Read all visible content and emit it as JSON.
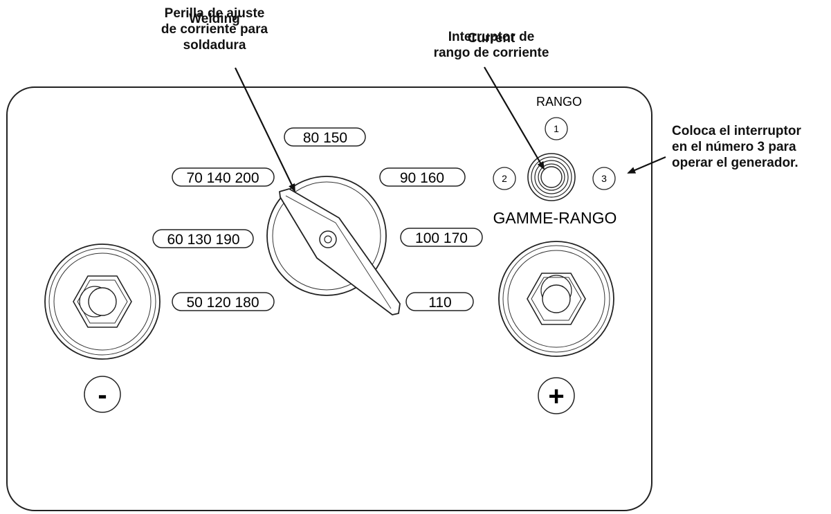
{
  "callouts": {
    "knob": {
      "overlay": "Welding",
      "lines": [
        "Perilla de ajuste",
        "de corriente para",
        "soldadura"
      ]
    },
    "switch": {
      "overlay": "Current",
      "lines": [
        "Interruptor de",
        "rango de corriente"
      ]
    },
    "generator": {
      "lines": [
        "Coloca el interruptor",
        "en el número 3 para",
        "operar el generador."
      ]
    }
  },
  "dial_labels": [
    "80 150",
    "70 140 200",
    "90 160",
    "60 130 190",
    "100 170",
    "50 120 180",
    "110"
  ],
  "range_switch": {
    "title": "RANGO",
    "subtitle": "GAMME-RANGO",
    "positions": [
      "1",
      "2",
      "3"
    ]
  },
  "terminals": {
    "negative": "-",
    "positive": "+"
  }
}
